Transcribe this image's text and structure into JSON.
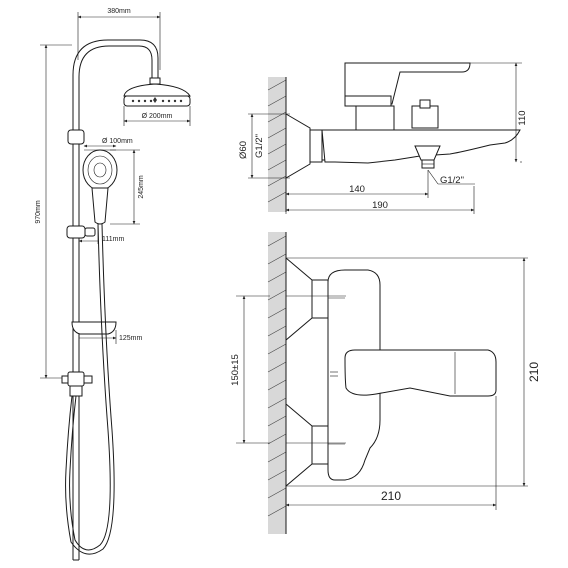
{
  "shower_set": {
    "dims": {
      "top_width": "380mm",
      "head_diameter": "Ø 200mm",
      "handshower_diameter": "Ø 100mm",
      "handshower_height": "245mm",
      "total_height": "970mm",
      "holder_offset": "111mm",
      "soap_dish_width": "125mm"
    }
  },
  "mixer_side": {
    "dims": {
      "diameter": "Ø60",
      "thread_in": "G1/2\"",
      "depth_a": "140",
      "depth_b": "190",
      "height": "110",
      "thread_out": "G1/2\""
    }
  },
  "mixer_front": {
    "dims": {
      "center_distance": "150±15",
      "height": "210",
      "width": "210"
    }
  }
}
